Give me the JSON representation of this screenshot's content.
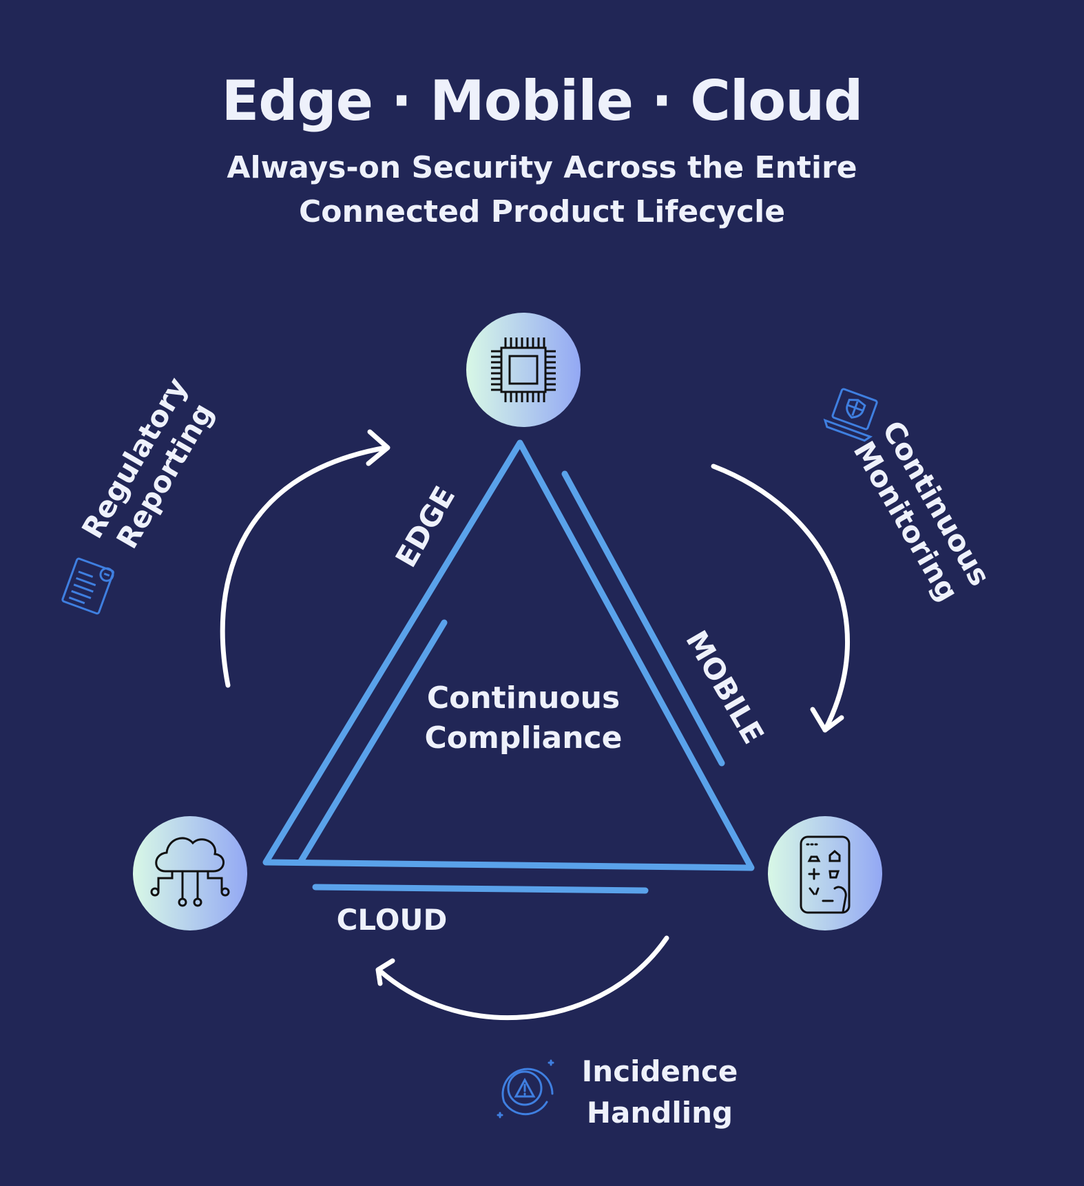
{
  "title": "Edge · Mobile · Cloud",
  "subtitle": {
    "line1": "Always-on Security Across the Entire",
    "line2": "Connected Product Lifecycle"
  },
  "center_label": {
    "line1": "Continuous",
    "line2": "Compliance"
  },
  "sides": {
    "edge": "EDGE",
    "mobile": "MOBILE",
    "cloud": "CLOUD"
  },
  "phases": {
    "regulatory": {
      "line1": "Regulatory",
      "line2": "Reporting",
      "icon": "regulatory-report-icon"
    },
    "monitoring": {
      "line1": "Continuous",
      "line2": "Monitoring",
      "icon": "laptop-shield-icon"
    },
    "incidence": {
      "line1": "Incidence",
      "line2": "Handling",
      "icon": "alert-cycle-icon"
    }
  },
  "nodes": {
    "top": {
      "icon": "chip-icon"
    },
    "left": {
      "icon": "cloud-network-icon"
    },
    "right": {
      "icon": "mobile-app-icon"
    }
  },
  "colors": {
    "background": "#212656",
    "triangle": "#5aa2ea",
    "text": "#eef1fb",
    "arrow": "#ffffff",
    "icon_blue": "#3f7fe0"
  }
}
